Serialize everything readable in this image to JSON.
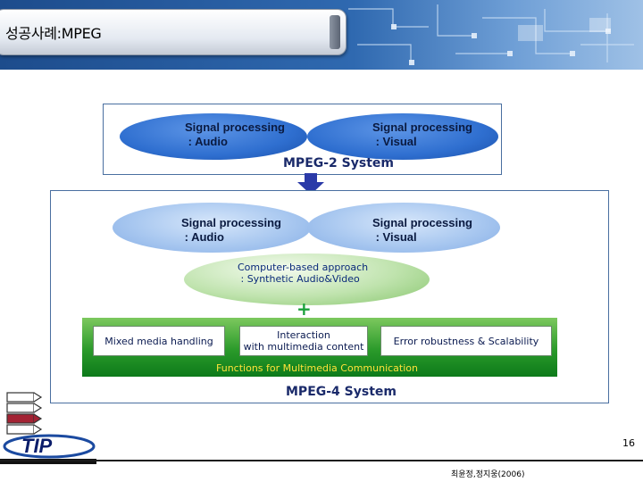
{
  "header": {
    "title": "성공사례:MPEG"
  },
  "mpeg2": {
    "audio_label": "Signal processing\n : Audio",
    "visual_label": "Signal processing\n : Visual",
    "system_label": "MPEG-2 System"
  },
  "mpeg4": {
    "audio_label": "Signal processing\n : Audio",
    "visual_label": "Signal processing\n : Visual",
    "computer_label": "Computer-based approach\n : Synthetic Audio&Video",
    "plus": "+",
    "boxes": [
      {
        "label": "Mixed media handling"
      },
      {
        "label": "Interaction\nwith multimedia content"
      },
      {
        "label": "Error robustness & Scalability"
      }
    ],
    "functions_label": "Functions for Multimedia Communication",
    "system_label": "MPEG-4 System"
  },
  "logo": {
    "text": "TIP",
    "icon": "tip-logo-icon"
  },
  "footer": {
    "page_number": "16",
    "credit": "최윤정,정지웅(2006)"
  },
  "colors": {
    "blue_ellipse": "#2f6fd0",
    "green_bar": "#2a9a2a",
    "functions_text": "#ffe23a"
  }
}
